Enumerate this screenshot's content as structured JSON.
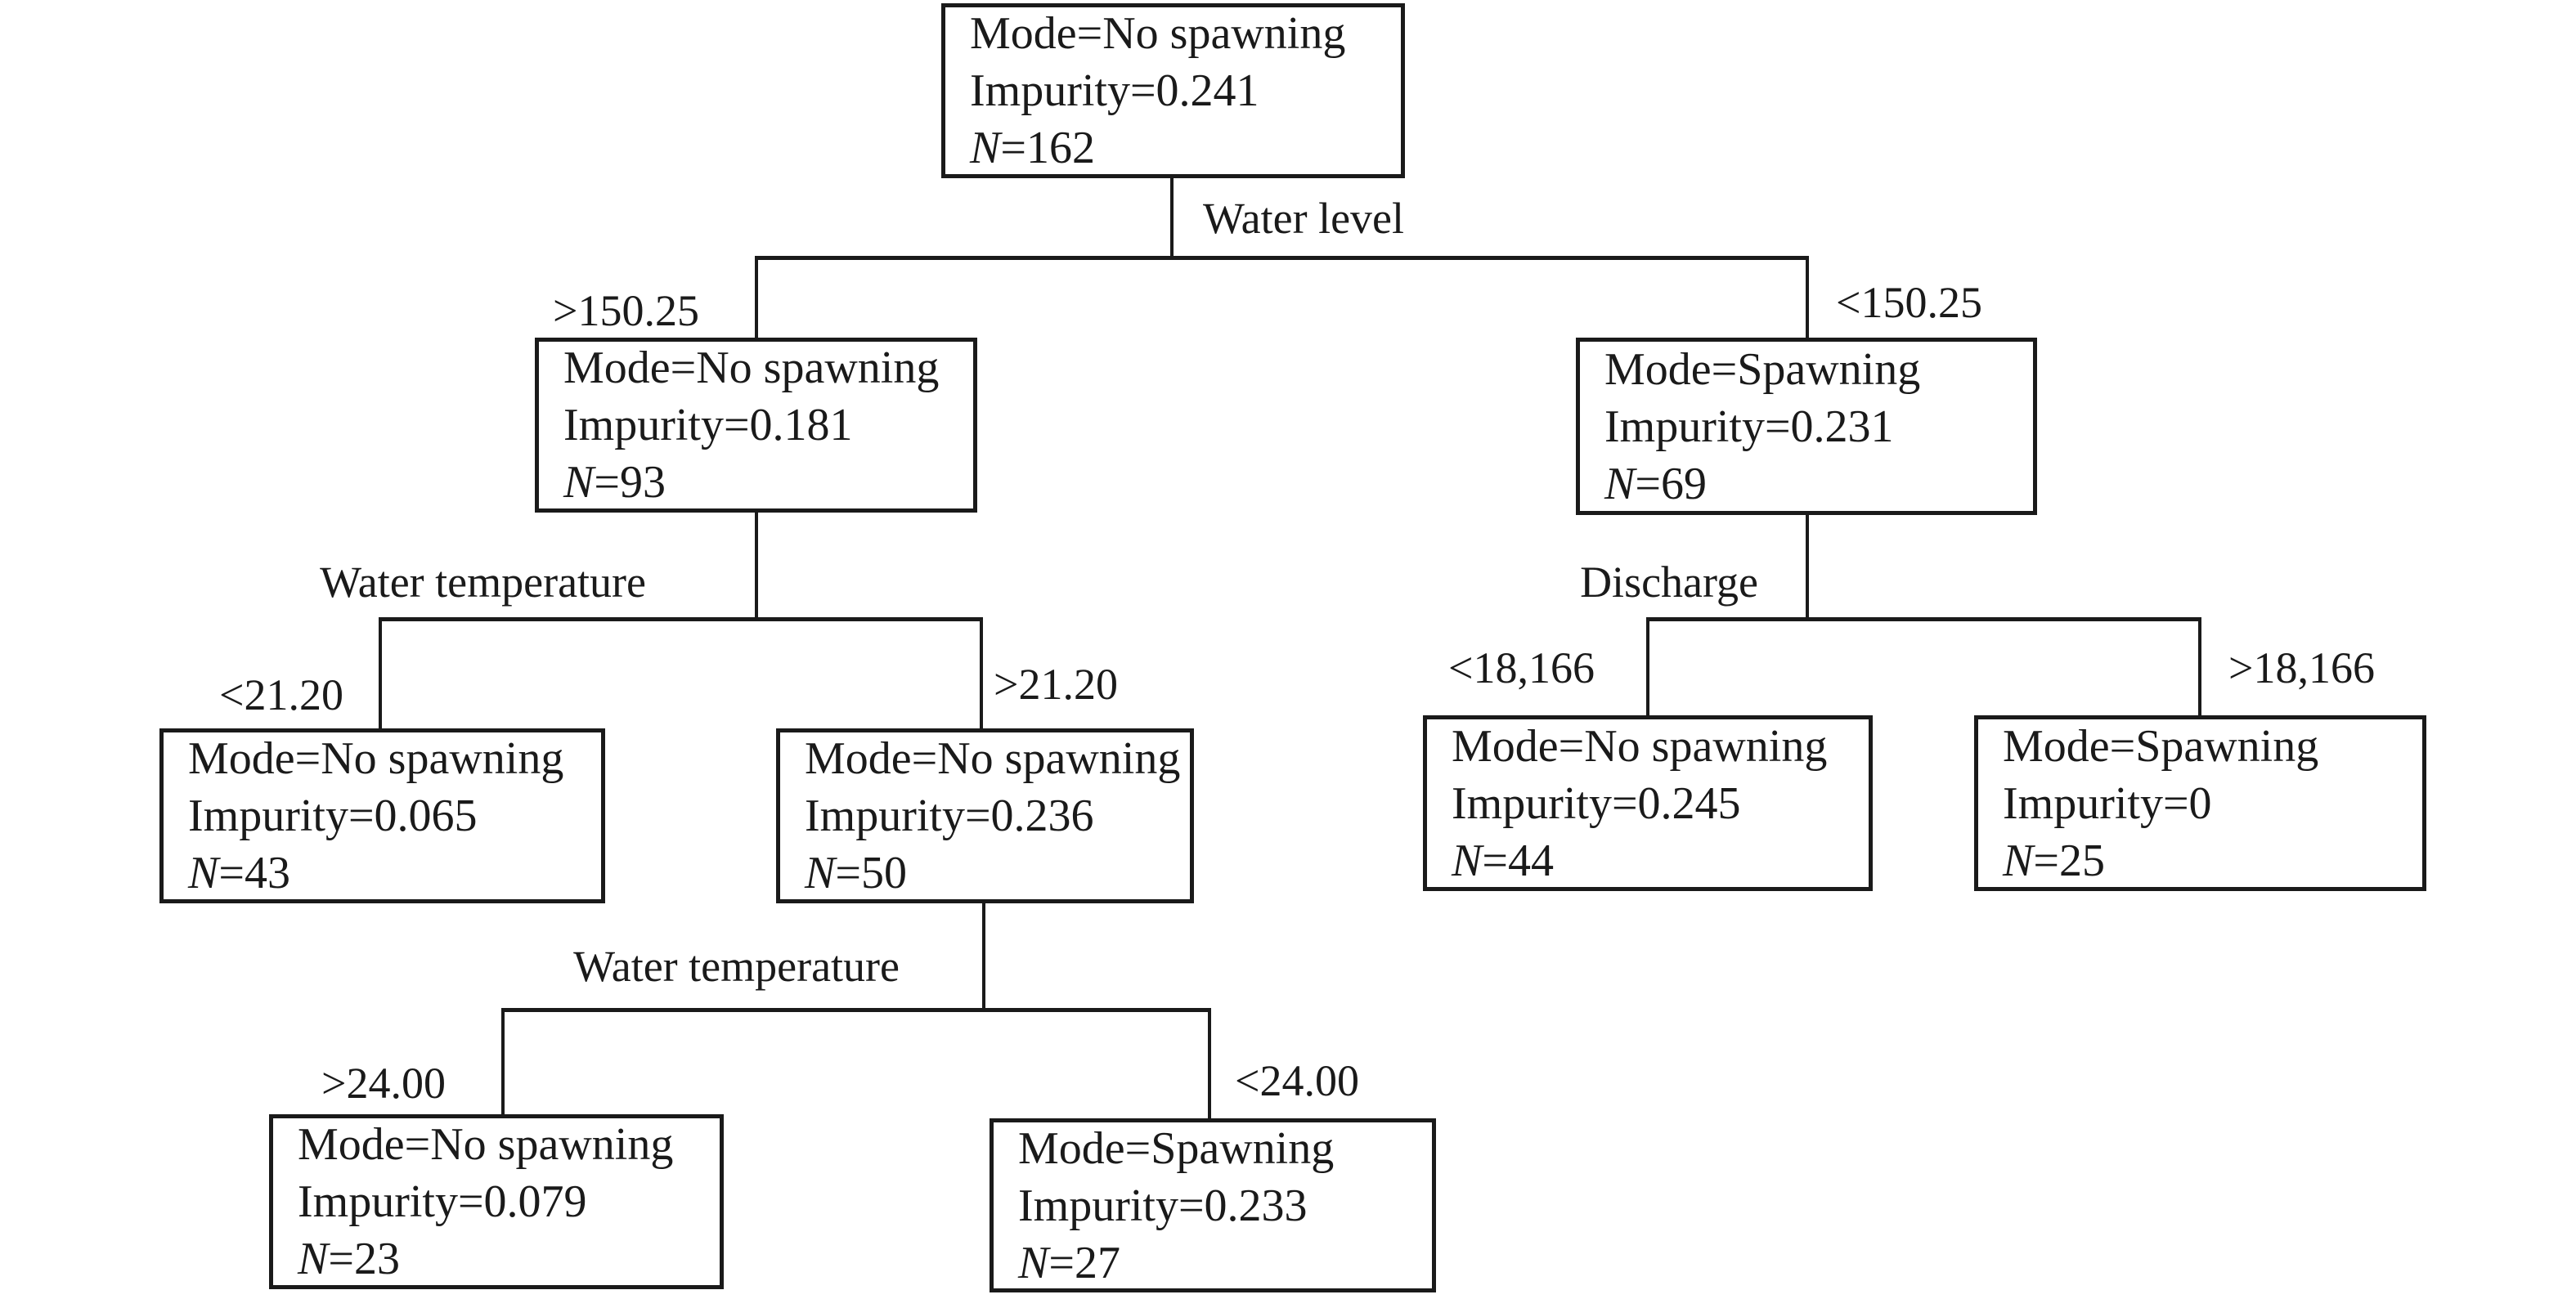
{
  "diagram": {
    "type": "decision-tree",
    "background": "#ffffff",
    "line_color": "#1a1a1a"
  },
  "nodes": {
    "root": {
      "mode": "Mode=No spawning",
      "impurity": "Impurity=0.241",
      "n": "N=162"
    },
    "level1_left": {
      "mode": "Mode=No spawning",
      "impurity": "Impurity=0.181",
      "n": "N=93"
    },
    "level1_right": {
      "mode": "Mode=Spawning",
      "impurity": "Impurity=0.231",
      "n": "N=69"
    },
    "leaf_temp_low": {
      "mode": "Mode=No spawning",
      "impurity": "Impurity=0.065",
      "n": "N=43"
    },
    "mid_temp_high": {
      "mode": "Mode=No spawning",
      "impurity": "Impurity=0.236",
      "n": "N=50"
    },
    "leaf_dis_low": {
      "mode": "Mode=No spawning",
      "impurity": "Impurity=0.245",
      "n": "N=44"
    },
    "leaf_dis_high": {
      "mode": "Mode=Spawning",
      "impurity": "Impurity=0",
      "n": "N=25"
    },
    "leaf_t2_high": {
      "mode": "Mode=No spawning",
      "impurity": "Impurity=0.079",
      "n": "N=23"
    },
    "leaf_t2_low": {
      "mode": "Mode=Spawning",
      "impurity": "Impurity=0.233",
      "n": "N=27"
    }
  },
  "splits": {
    "root_split": "Water level",
    "left_split": "Water temperature",
    "right_split": "Discharge",
    "mid_split": "Water temperature"
  },
  "branch_labels": {
    "water_level_gt": ">150.25",
    "water_level_lt": "<150.25",
    "water_temp1_lt": "<21.20",
    "water_temp1_gt": ">21.20",
    "discharge_lt": "<18,166",
    "discharge_gt": ">18,166",
    "water_temp2_gt": ">24.00",
    "water_temp2_lt": "<24.00"
  }
}
